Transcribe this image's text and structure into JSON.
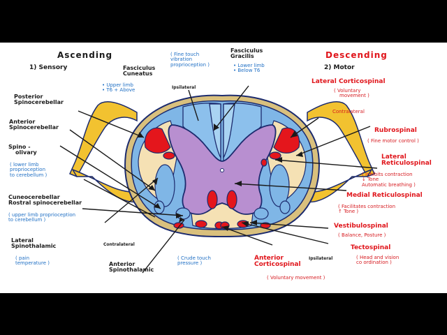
{
  "left": {
    "heading": "Ascending",
    "sub": "1) Sensory",
    "posterior_spinocerebellar": [
      "Posterior",
      "Spinocerebellar"
    ],
    "anterior_spinocerebellar": [
      "Anterior",
      "Spinocerebellar"
    ],
    "spino_olivary": [
      "Spino -",
      "olivary"
    ],
    "spino_olivary_note": [
      "( lower limb",
      "proprioception",
      "to cerebellum )"
    ],
    "cuneocerebellar": [
      "Cuneocerebellar",
      "Rostral spinocerebellar"
    ],
    "cuneocerebellar_note": [
      "( upper limb proprioception",
      "to cerebellum )"
    ],
    "lateral_spinothalamic": [
      "Lateral",
      "Spinothalamic"
    ],
    "lateral_spinothalamic_note": [
      "( pain",
      "temperature )"
    ]
  },
  "top": {
    "fasciculus_cuneatus": [
      "Fasciculus",
      "Cuneatus"
    ],
    "cuneatus_note": [
      "• Upper limb",
      "• T6 + Above"
    ],
    "fine_touch_note": [
      "( Fine touch",
      "vibration",
      "proprioception )"
    ],
    "fasciculus_gracilis": [
      "Fasciculus",
      "Gracilis"
    ],
    "gracilis_note": [
      "• Lower limb",
      "• Below T6"
    ],
    "ipsilateral_top": "Ipsilateral"
  },
  "bottom": {
    "contralateral_left": "Contralateral",
    "anterior_spinothalamic": [
      "Anterior",
      "Spinothalamic"
    ],
    "crude_touch_note": [
      "( Crude touch",
      "pressure )"
    ],
    "anterior_corticospinal": [
      "Anterior",
      "Corticospinal"
    ],
    "anterior_corticospinal_note": "( Voluntary movement )",
    "ipsilateral_bottom": "Ipsilateral"
  },
  "right": {
    "heading": "Descending",
    "sub": "2) Motor",
    "lateral_corticospinal": "Lateral Corticospinal",
    "lateral_corticospinal_note": [
      "( Voluntary",
      "movement )"
    ],
    "contralateral_right": "Contralateral",
    "rubrospinal": "Rubrospinal",
    "rubrospinal_note": "( Fine motor control )",
    "lateral_reticulospinal": [
      "Lateral",
      "Reticulospinal"
    ],
    "lateral_reticulospinal_note": [
      "( Inhibits contraction",
      "↓ Tone",
      "Automatic breathing )"
    ],
    "medial_reticulospinal": "Medial Reticulospinal",
    "medial_reticulospinal_note": [
      "( Facilitates contraction",
      "↑ Tone )"
    ],
    "vestibulospinal": "Vestibulospinal",
    "vestibulospinal_note": "( Balance, Posture )",
    "tectospinal": "Tectospinal",
    "tectospinal_note": [
      "( Head and vision",
      "co ordination )"
    ]
  },
  "colors": {
    "white_matter_blue": "#7fb6e6",
    "outline": "#1c2b6e",
    "gray_matter": "#b88fd0",
    "cream": "#f5e1b4",
    "nerve_yellow": "#f2c230",
    "tract_red": "#e4161c",
    "ascending_text": "#1f6fc4",
    "descending_text": "#e0151b"
  }
}
